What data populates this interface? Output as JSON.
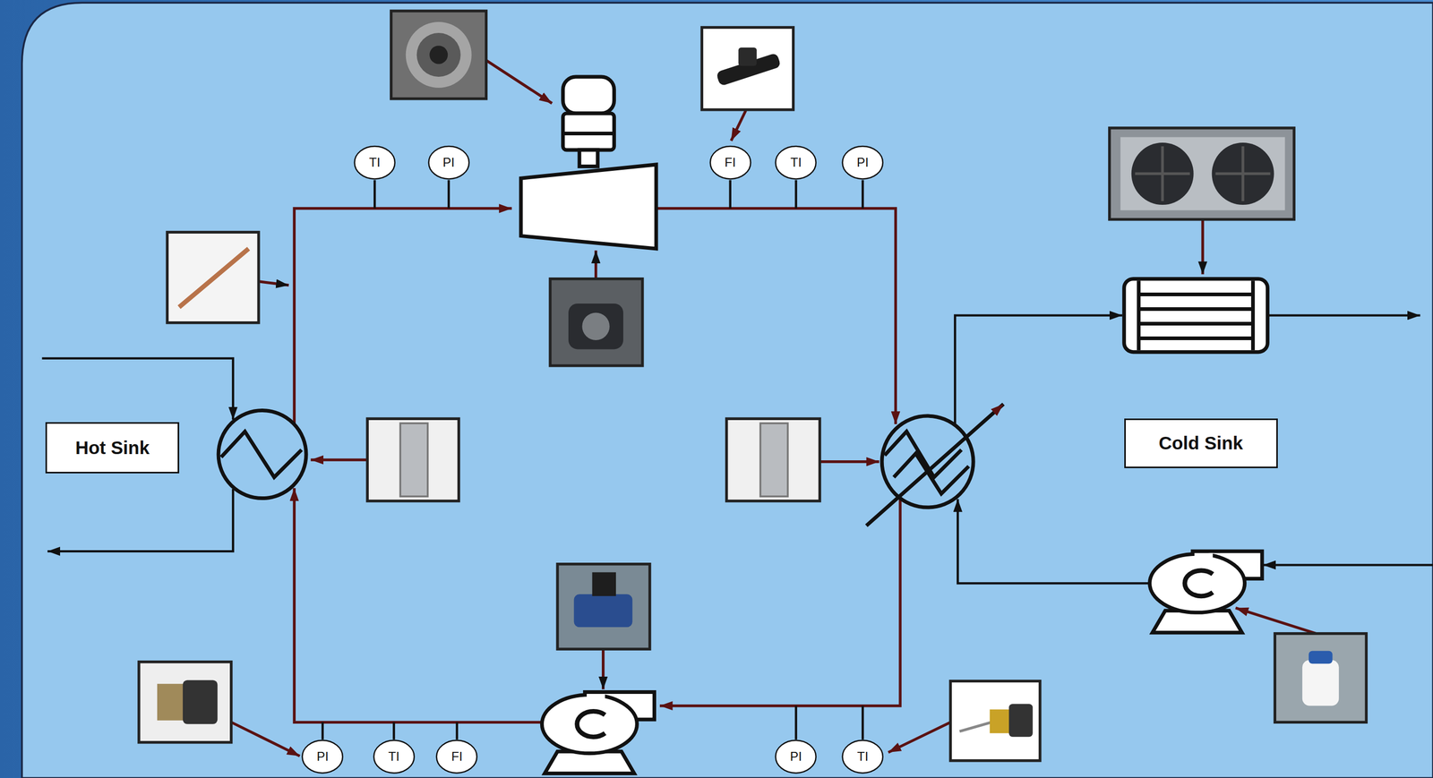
{
  "diagram": {
    "nodes": [
      {
        "text": [
          "TI"
        ]
      },
      {
        "text": [
          "PI"
        ]
      },
      {
        "text": [
          "FI"
        ]
      },
      {
        "text": [
          "TI"
        ]
      },
      {
        "text": [
          "PI"
        ]
      },
      {
        "text": [
          "Hot Sink"
        ]
      },
      {
        "text": [
          "Cold Sink"
        ]
      },
      {
        "text": [
          "PI"
        ]
      },
      {
        "text": [
          "TI"
        ]
      },
      {
        "text": [
          "FI"
        ]
      },
      {
        "text": [
          "PI"
        ]
      },
      {
        "text": [
          "TI"
        ]
      }
    ]
  }
}
